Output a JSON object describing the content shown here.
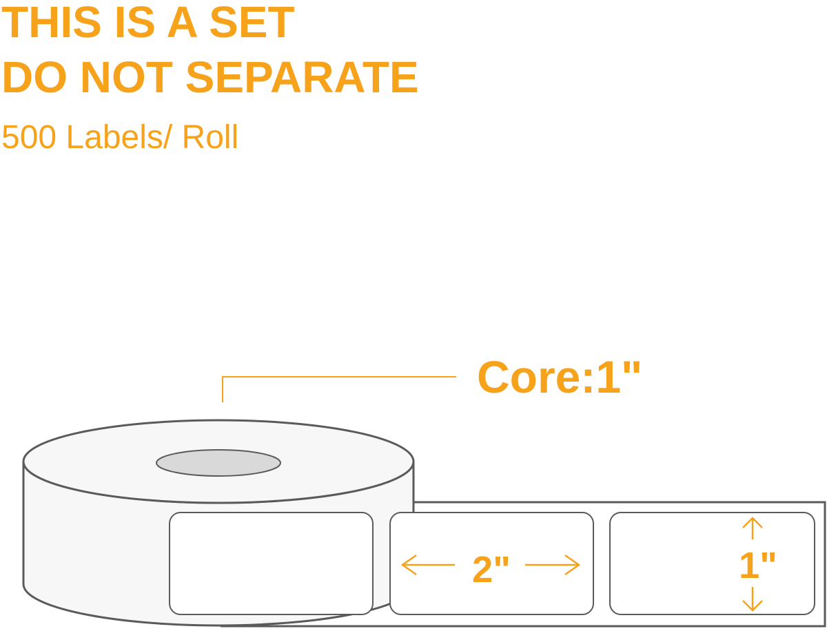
{
  "heading": {
    "line1": "THIS IS A SET",
    "line2": "DO NOT SEPARATE"
  },
  "subheading": "500 Labels/ Roll",
  "callouts": {
    "core": "Core:1\"",
    "width": "2\"",
    "height": "1\""
  },
  "colors": {
    "accent": "#f7a21b",
    "outline": "#5a5a5a",
    "roll_fill": "#f7f7f7",
    "core_hole": "#d9d9d9"
  }
}
